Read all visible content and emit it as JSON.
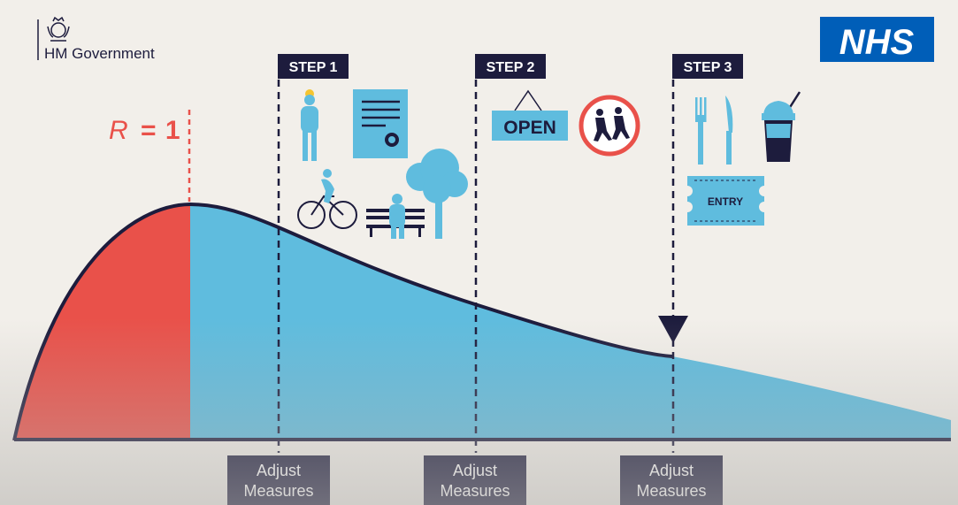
{
  "branding": {
    "government_label": "HM Government",
    "nhs_logo_text": "NHS",
    "crest_icon": "royal-crest-icon"
  },
  "colors": {
    "background": "#f2efea",
    "navy": "#1d1c3d",
    "red": "#e9514a",
    "blue": "#5fbcde",
    "nhs_blue": "#005eb8"
  },
  "r_label": {
    "prefix": "R",
    "equals": "=",
    "value": "1"
  },
  "steps": [
    {
      "label": "STEP 1",
      "icons": [
        "person-icon",
        "certificate-icon",
        "cyclist-icon",
        "park-bench-icon",
        "tree-icon"
      ]
    },
    {
      "label": "STEP 2",
      "sign_text": "OPEN",
      "icons": [
        "open-sign-icon",
        "school-children-sign-icon"
      ]
    },
    {
      "label": "STEP 3",
      "ticket_text": "ENTRY",
      "icons": [
        "fork-icon",
        "knife-icon",
        "drink-cup-icon",
        "entry-ticket-icon"
      ]
    }
  ],
  "adjust_measures": [
    {
      "line1": "Adjust",
      "line2": "Measures"
    },
    {
      "line1": "Adjust",
      "line2": "Measures"
    },
    {
      "line1": "Adjust",
      "line2": "Measures"
    }
  ]
}
